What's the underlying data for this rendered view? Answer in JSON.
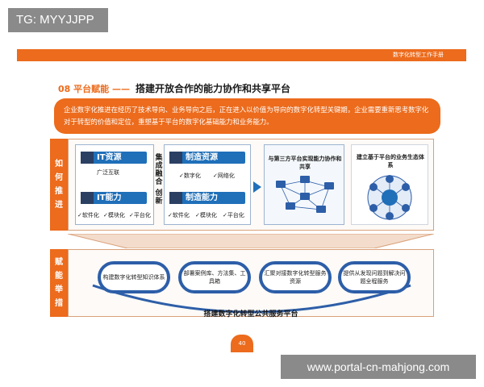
{
  "watermark_top": "TG: MYYJJPP",
  "watermark_bottom": "www.portal-cn-mahjong.com",
  "header": {
    "band_text": "数字化转型工作手册"
  },
  "section": {
    "number_title": "08 平台赋能 ——",
    "subtitle": "搭建开放合作的能力协作和共享平台"
  },
  "intro": {
    "text": "企业数字化推进在经历了技术导向、业务导向之后，正在进入以价值为导向的数字化转型关键期，企业需要重新思考数字化对于转型的价值和定位，重塑基于平台的数字化基础能力和业务能力。"
  },
  "labels": {
    "how_to_push": [
      "如",
      "何",
      "推",
      "进"
    ],
    "empower": [
      "赋",
      "能",
      "举",
      "措"
    ]
  },
  "panel_top": {
    "it_resource": {
      "title": "IT资源",
      "desc": "广泛互联"
    },
    "it_ability": {
      "title": "IT能力",
      "tags": [
        "✓软件化",
        "✓模块化",
        "✓平台化"
      ]
    },
    "middle_vertical": [
      "集",
      "成",
      "融",
      "合",
      "创",
      "新"
    ],
    "mfg_resource": {
      "title": "制造资源",
      "tags": [
        "✓数字化",
        "✓网络化"
      ]
    },
    "mfg_ability": {
      "title": "制造能力",
      "tags": [
        "✓软件化",
        "✓模块化",
        "✓平台化"
      ]
    },
    "third_party": {
      "caption": "与第三方平台实现能力协作和共享"
    },
    "ecosystem": {
      "caption": "建立基于平台的业务生态体系"
    }
  },
  "panel_bottom": {
    "items": [
      "构建数字化转型知识体系",
      "部署案例库、方法集、工具箱",
      "汇聚对接数字化转型服务资源",
      "提供从发现问题到解决问题全程服务"
    ],
    "base_label": "搭建数字化转型公共服务平台"
  },
  "page_number": "40",
  "colors": {
    "accent": "#ec6b1c",
    "blue": "#1f6fb9",
    "navy": "#2d5ea8"
  }
}
